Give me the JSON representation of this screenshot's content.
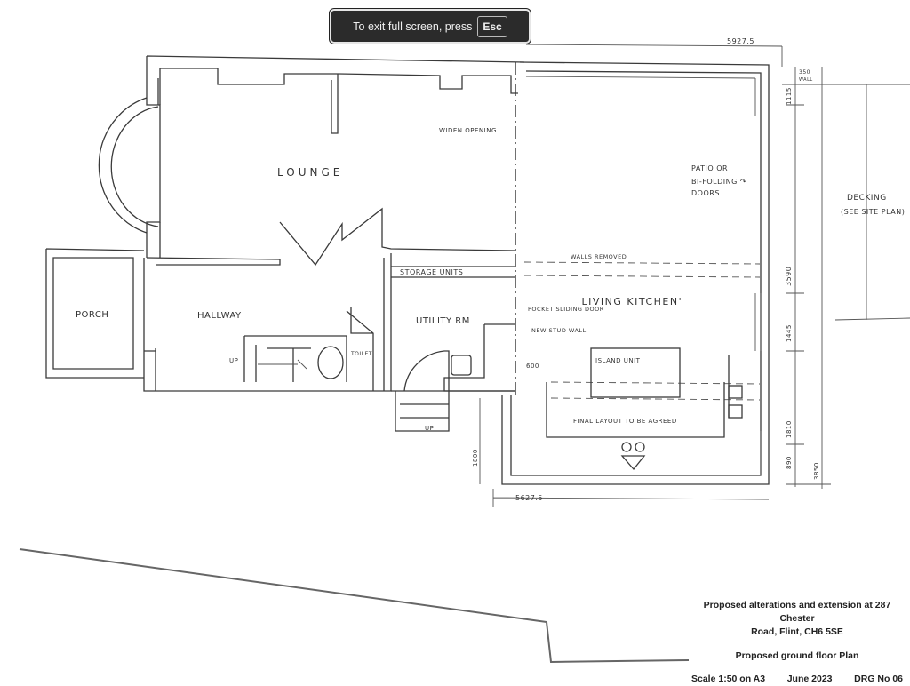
{
  "fullscreen_toast": {
    "message": "To exit full screen, press",
    "key": "Esc"
  },
  "plan": {
    "rooms": {
      "lounge": "LOUNGE",
      "porch": "PORCH",
      "hallway": "HALLWAY",
      "utility": "UTILITY RM",
      "living_kitchen": "'LIVING KITCHEN'",
      "toilet": "TOILET"
    },
    "annotations": {
      "widen_opening": "WIDEN OPENING",
      "patio_line1": "PATIO OR",
      "patio_line2": "BI-FOLDING ↷",
      "patio_line3": "DOORS",
      "decking_line1": "DECKING",
      "decking_line2": "(SEE SITE PLAN)",
      "walls_removed": "WALLS REMOVED",
      "storage_units": "STORAGE UNITS",
      "pocket_door": "POCKET SLIDING DOOR",
      "new_stud_wall": "NEW STUD WALL",
      "island_unit": "ISLAND UNIT",
      "final_layout": "FINAL LAYOUT TO BE AGREED",
      "up_stairs": "UP",
      "up_steps": "UP",
      "wall_350": "350",
      "wall_label": "WALL"
    },
    "dimensions": {
      "top": "5927.5",
      "bottom": "5627.5",
      "d1115": "1115",
      "d3590": "3590",
      "d1445": "1445",
      "d1810": "1810",
      "d890": "890",
      "d3850": "3850",
      "d1800": "1800",
      "d600": "600"
    }
  },
  "title_block": {
    "line1": "Proposed alterations and extension at 287 Chester",
    "line2": "Road, Flint, CH6 5SE",
    "subtitle": "Proposed ground floor Plan",
    "scale": "Scale 1:50 on A3",
    "date": "June 2023",
    "drawing_no": "DRG No 06"
  }
}
